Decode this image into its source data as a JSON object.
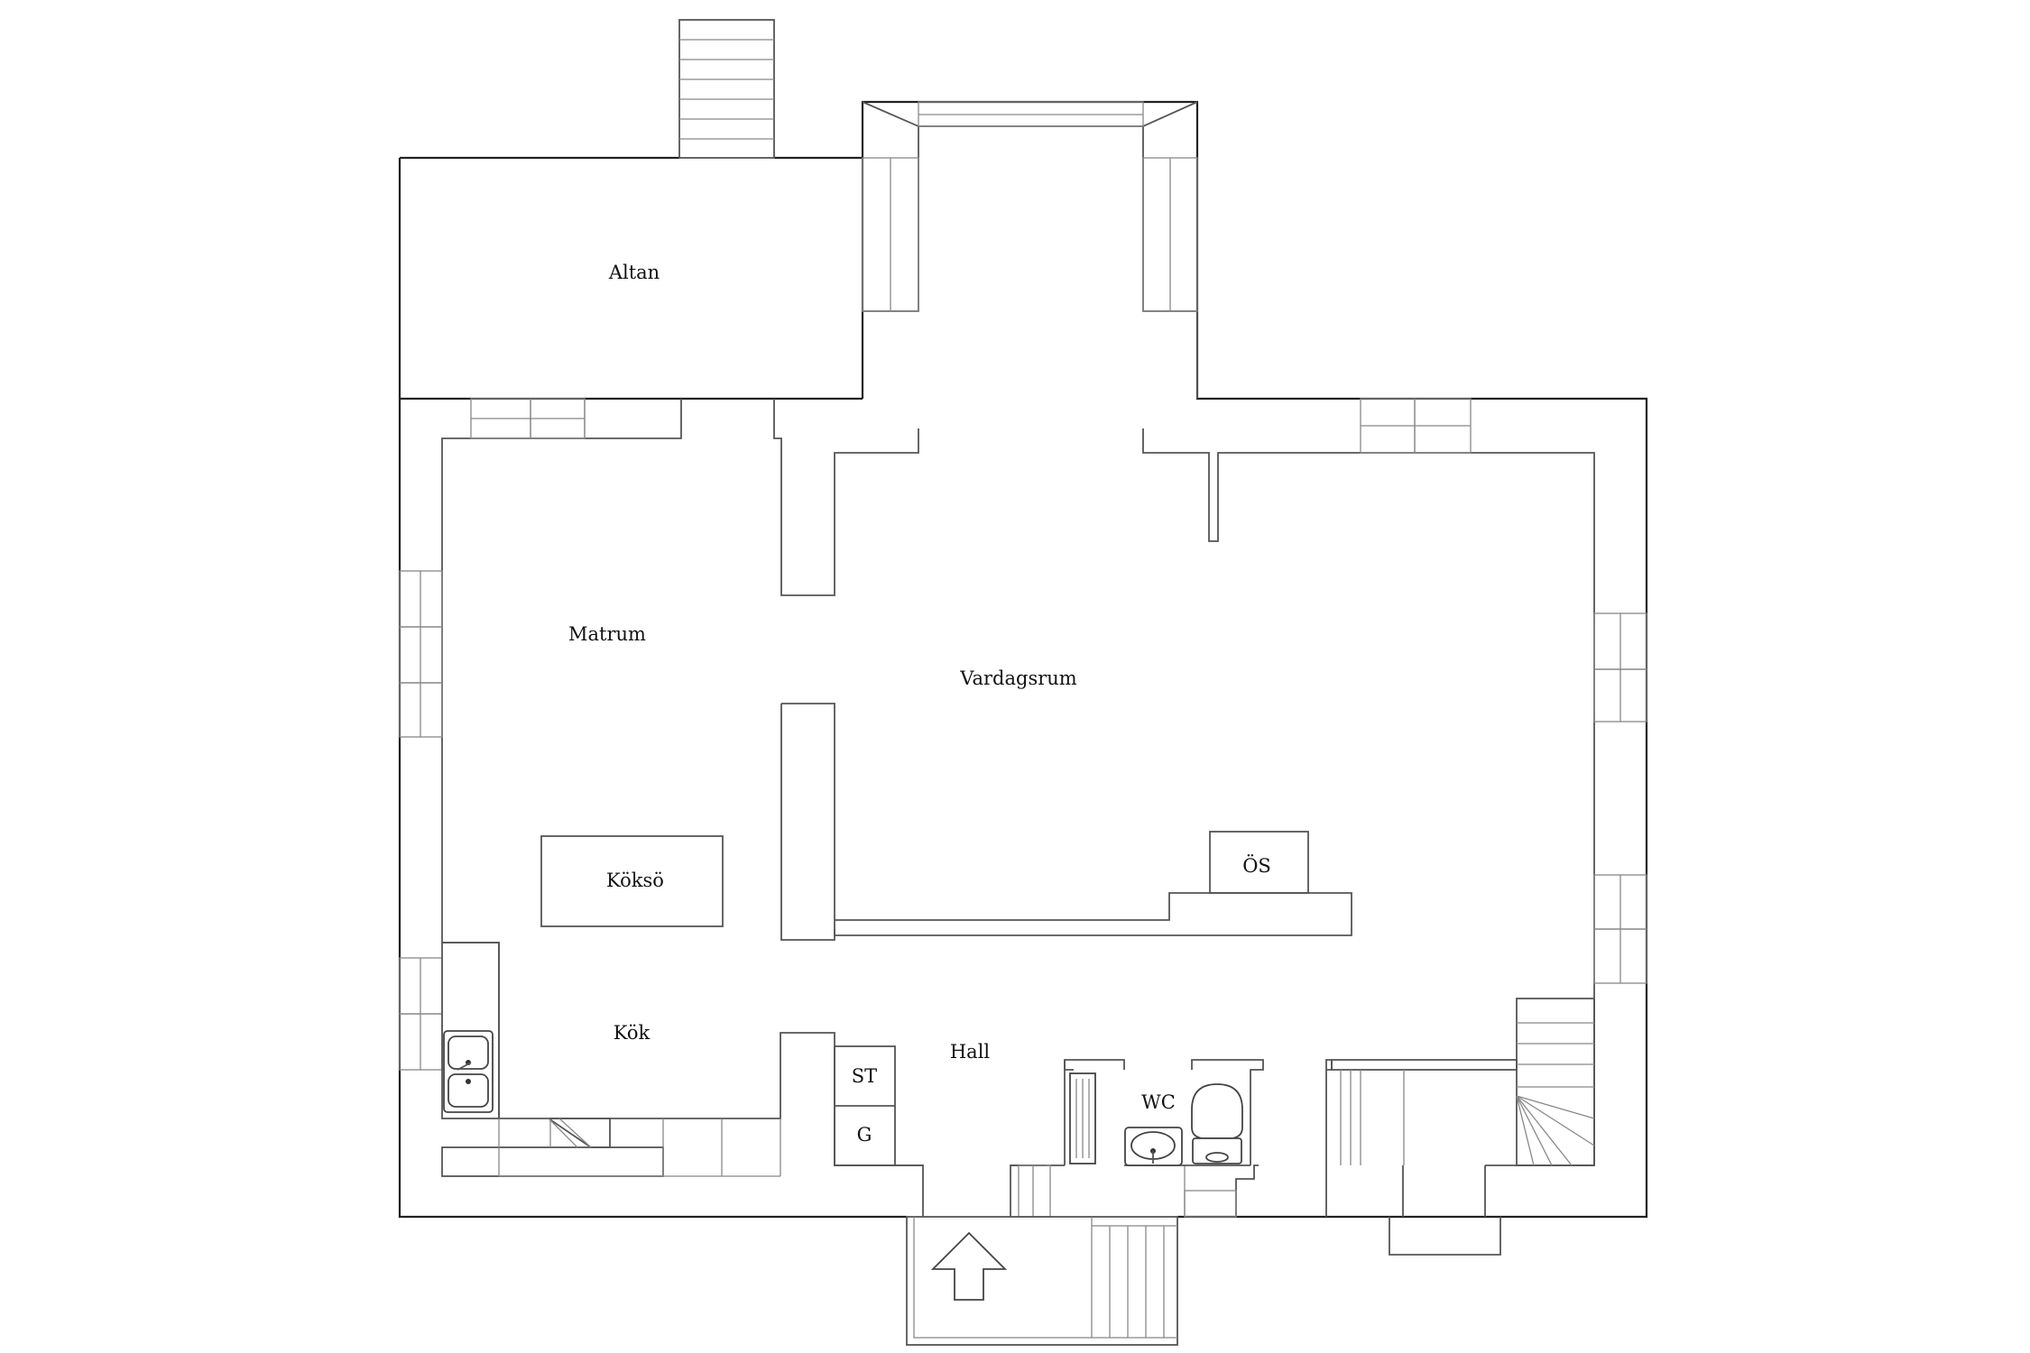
{
  "rooms": {
    "altan": "Altan",
    "matrum": "Matrum",
    "vardagsrum": "Vardagsrum",
    "kokso": "Köksö",
    "os": "ÖS",
    "kok": "Kök",
    "hall": "Hall",
    "st": "ST",
    "g": "G",
    "wc": "WC"
  },
  "icons": {
    "entrance": "entrance-arrow-icon",
    "sink": "kitchen-sink-icon",
    "basin": "wash-basin-icon",
    "toilet": "toilet-icon",
    "radiator": "radiator-icon"
  },
  "colors": {
    "line": "#555555",
    "outline": "#222222",
    "background": "#ffffff"
  }
}
